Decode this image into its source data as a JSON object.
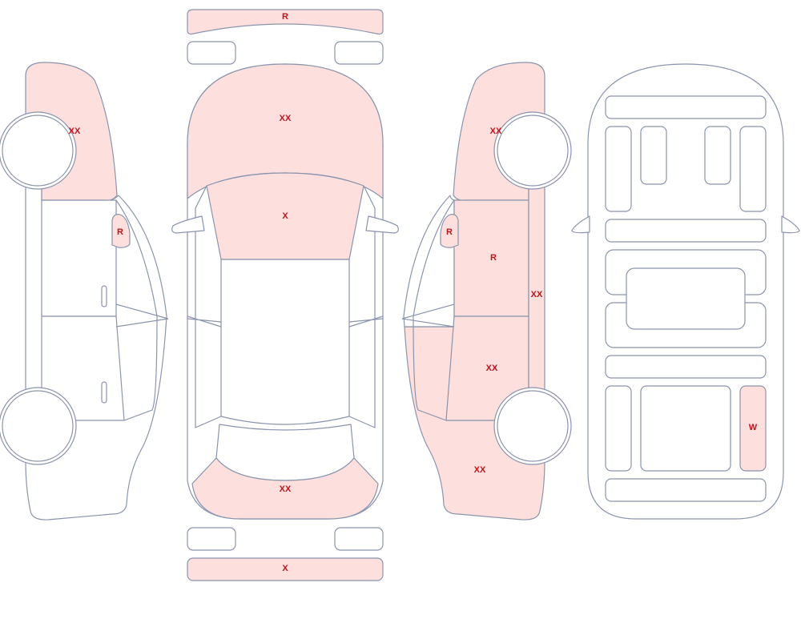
{
  "colors": {
    "outline": "#8a94ad",
    "highlight": "#fde0de",
    "marker_text": "#c0141c"
  },
  "markers": {
    "rear_bumper_strip": "R",
    "hood": "XX",
    "windshield": "X",
    "trunk": "XX",
    "front_bumper_strip": "X",
    "left_front_fender": "XX",
    "left_mirror": "R",
    "right_front_fender": "XX",
    "right_mirror": "R",
    "right_front_door": "R",
    "right_rocker": "XX",
    "right_rear_door": "XX",
    "right_rear_quarter": "XX",
    "underbody_right_panel": "W"
  }
}
